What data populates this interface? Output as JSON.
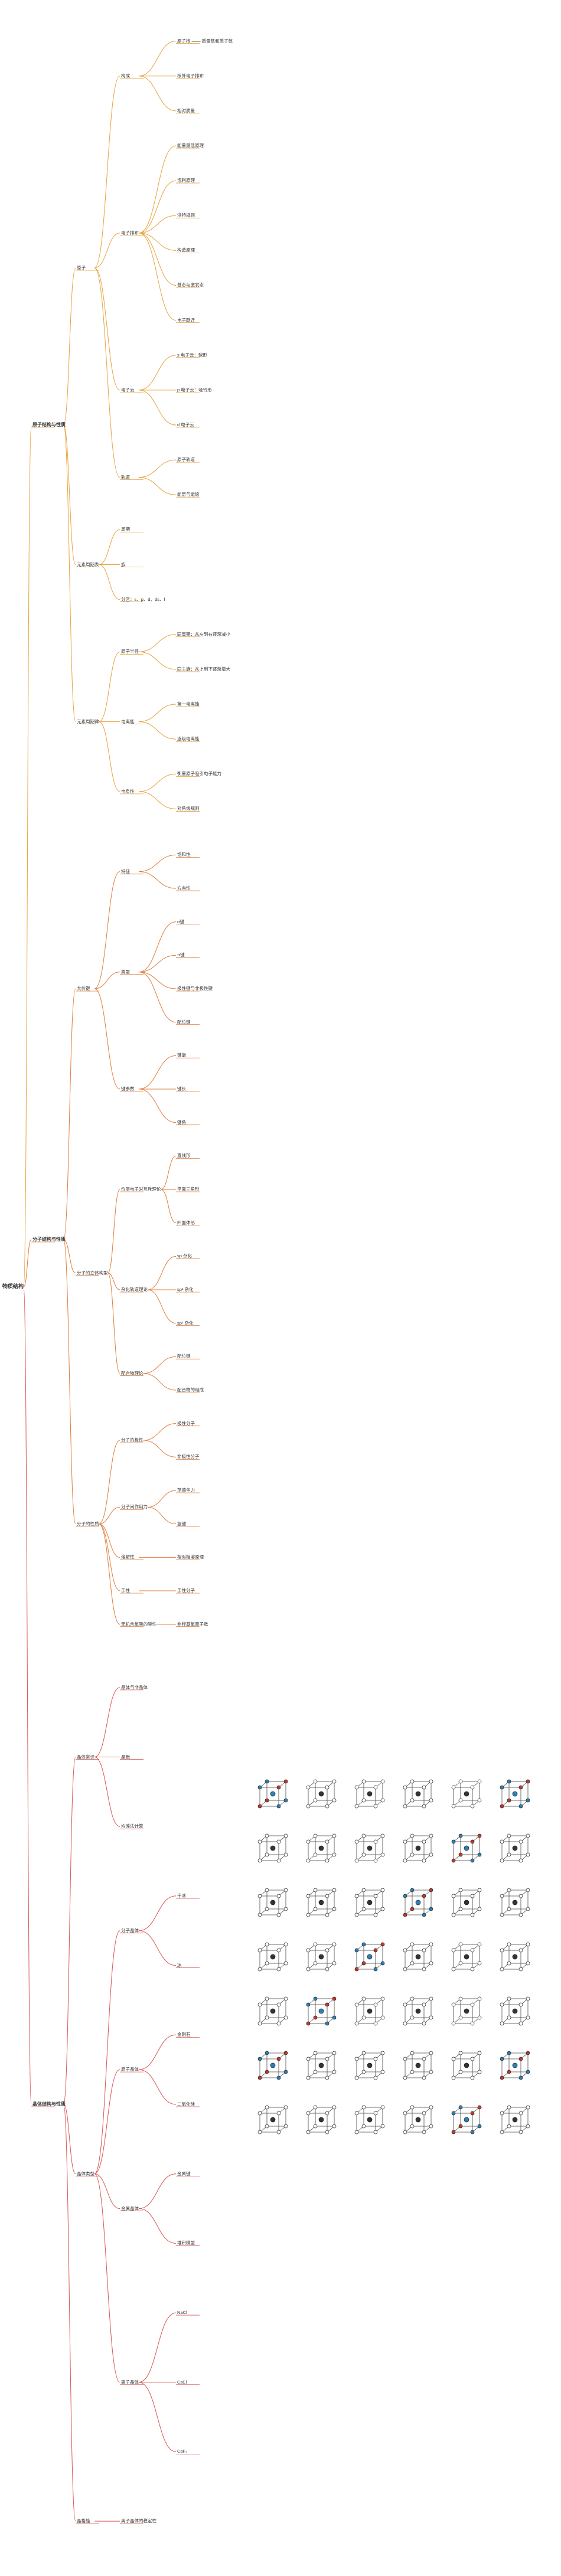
{
  "root": "物质结构",
  "branches": [
    {
      "id": "b1",
      "label": "原子结构与性质",
      "children": [
        {
          "label": "原子",
          "children": [
            {
              "label": "构成",
              "children": [
                "原子核 —— 质量数和质子数",
                "核外电子排布",
                "相对质量"
              ]
            },
            {
              "label": "电子排布",
              "children": [
                "能量最低原理",
                "泡利原理",
                "洪特规则",
                "构造原理",
                "基态与激发态",
                "电子跃迁"
              ]
            },
            {
              "label": "电子云",
              "children": [
                "s 电子云：球形",
                "p 电子云：哑铃形",
                "d 电子云"
              ]
            },
            {
              "label": "轨道",
              "children": [
                "原子轨道",
                "能层与能级"
              ]
            }
          ]
        },
        {
          "label": "元素周期表",
          "children": [
            "周期",
            "族",
            "分区：s、p、d、ds、f"
          ]
        },
        {
          "label": "元素周期律",
          "children": [
            {
              "label": "原子半径",
              "children": [
                "同周期：从左到右逐渐减小",
                "同主族：从上到下逐渐增大"
              ]
            },
            {
              "label": "电离能",
              "children": [
                "第一电离能",
                "逐级电离能"
              ]
            },
            {
              "label": "电负性",
              "children": [
                "衡量原子吸引电子能力",
                "对角线规则"
              ]
            }
          ]
        }
      ]
    },
    {
      "id": "b2",
      "label": "分子结构与性质",
      "children": [
        {
          "label": "共价键",
          "children": [
            {
              "label": "特征",
              "children": [
                "饱和性",
                "方向性"
              ]
            },
            {
              "label": "类型",
              "children": [
                "σ键",
                "π键",
                "极性键与非极性键",
                "配位键"
              ]
            },
            {
              "label": "键参数",
              "children": [
                "键能",
                "键长",
                "键角"
              ]
            }
          ]
        },
        {
          "label": "分子的立体构型",
          "children": [
            {
              "label": "价层电子对互斥理论",
              "children": [
                "直线形",
                "平面三角形",
                "四面体形"
              ]
            },
            {
              "label": "杂化轨道理论",
              "children": [
                "sp 杂化",
                "sp² 杂化",
                "sp³ 杂化"
              ]
            },
            {
              "label": "配合物理论",
              "children": [
                "配位键",
                "配合物的组成"
              ]
            }
          ]
        },
        {
          "label": "分子的性质",
          "children": [
            {
              "label": "分子的极性",
              "children": [
                "极性分子",
                "非极性分子"
              ]
            },
            {
              "label": "分子间作用力",
              "children": [
                "范德华力",
                "氢键"
              ]
            },
            {
              "label": "溶解性",
              "children": [
                "相似相溶原理"
              ]
            },
            {
              "label": "手性",
              "children": [
                "手性分子"
              ]
            },
            {
              "label": "无机含氧酸的酸性",
              "children": [
                "非羟基氧原子数"
              ]
            }
          ]
        }
      ]
    },
    {
      "id": "b3",
      "label": "晶体结构与性质",
      "children": [
        {
          "label": "晶体常识",
          "children": [
            "晶体与非晶体",
            "晶胞",
            "均摊法计算"
          ]
        },
        {
          "label": "晶体类型",
          "children": [
            {
              "label": "分子晶体",
              "children": [
                "干冰",
                "冰"
              ]
            },
            {
              "label": "原子晶体",
              "children": [
                "金刚石",
                "二氧化硅"
              ]
            },
            {
              "label": "金属晶体",
              "children": [
                "金属键",
                "堆积模型"
              ]
            },
            {
              "label": "离子晶体",
              "children": [
                "NaCl",
                "CsCl",
                "CaF₂"
              ]
            }
          ]
        },
        {
          "label": "晶格能",
          "children": [
            "离子晶体的稳定性"
          ]
        }
      ]
    }
  ]
}
